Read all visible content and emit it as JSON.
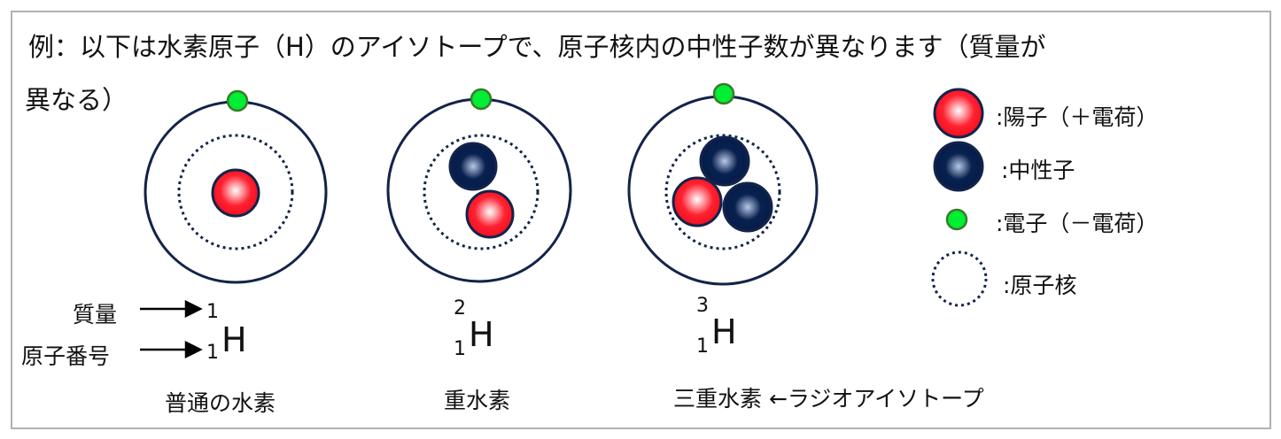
{
  "intro": "例：以下は水素原子（H）のアイソトープで、原子核内の中性子数が異なります（質量が",
  "intro2": "異なる）",
  "labels": {
    "mass": "質量",
    "atomic_number": "原子番号"
  },
  "atoms": [
    {
      "name": "普通の水素",
      "mass": "1",
      "number": "1",
      "symbol": "H"
    },
    {
      "name": "重水素",
      "mass": "2",
      "number": "1",
      "symbol": "H"
    },
    {
      "name": "三重水素 ←ラジオアイソトープ",
      "mass": "3",
      "number": "1",
      "symbol": "H"
    }
  ],
  "legend": [
    ":陽子（＋電荷）",
    ":中性子",
    ":電子（－電荷）",
    ":原子核"
  ],
  "colors": {
    "proton": "#ff1020",
    "neutron": "#0b1f4f",
    "electron": "#00ee33",
    "orbit": "#13234a"
  }
}
